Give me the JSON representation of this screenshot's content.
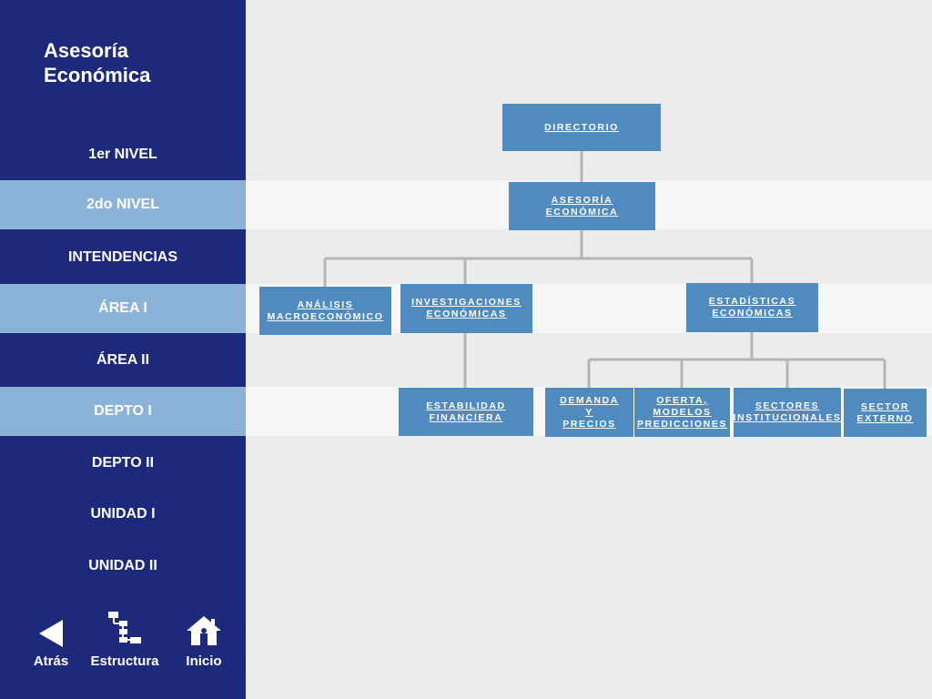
{
  "sidebar": {
    "title": "Asesoría Económica",
    "items": [
      {
        "label": "1er NIVEL"
      },
      {
        "label": "2do NIVEL"
      },
      {
        "label": "INTENDENCIAS"
      },
      {
        "label": "ÁREA I"
      },
      {
        "label": "ÁREA II"
      },
      {
        "label": "DEPTO I"
      },
      {
        "label": "DEPTO II"
      },
      {
        "label": "UNIDAD I"
      },
      {
        "label": "UNIDAD II"
      }
    ],
    "footer": {
      "back_label": "Atrás",
      "structure_label": "Estructura",
      "home_label": "Inicio"
    }
  },
  "org_chart": {
    "directorio": "DIRECTORIO",
    "asesoria": "ASESORÍA\nECONÓMICA",
    "analisis": "ANÁLISIS\nMACROECONÓMICO",
    "investigaciones": "INVESTIGACIONES\nECONÓMICAS",
    "estadisticas": "ESTADÍSTICAS\nECONÓMICAS",
    "estabilidad": "ESTABILIDAD\nFINANCIERA",
    "demanda": "DEMANDA\nY\nPRECIOS",
    "oferta": "OFERTA,\nMODELOS\nPREDICCIONES",
    "sectores": "SECTORES\nINSTITUCIONALES",
    "externo": "SECTOR\nEXTERNO"
  },
  "colors": {
    "sidebar": "#1d2a7c",
    "highlight": "#8bb2d7",
    "node": "#4f8bbf",
    "connector": "#b5b5b5"
  }
}
